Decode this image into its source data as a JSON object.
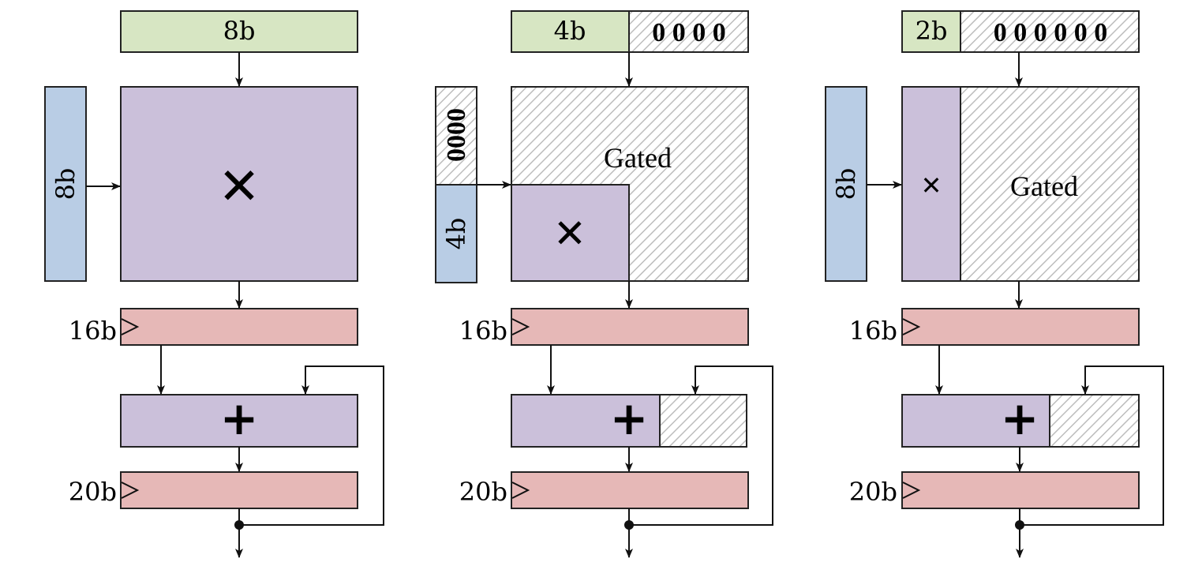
{
  "colors": {
    "input_green": "#d7e6c3",
    "input_blue": "#b9cde5",
    "compute_purple": "#cbc0da",
    "register_pink": "#e6b8b7",
    "hatch_gray": "#c8c8c8"
  },
  "panels": [
    {
      "top_input": "8b",
      "top_zeros": "",
      "left_input": "8b",
      "left_zeros": "",
      "multiply_symbol": "✕",
      "gated_label": "",
      "reg1_label": "16b",
      "add_symbol": "+",
      "reg2_label": "20b"
    },
    {
      "top_input": "4b",
      "top_zeros": "0 0 0 0",
      "left_input": "4b",
      "left_zeros": "0000",
      "multiply_symbol": "✕",
      "gated_label": "Gated",
      "reg1_label": "16b",
      "add_symbol": "+",
      "reg2_label": "20b"
    },
    {
      "top_input": "2b",
      "top_zeros": "0 0 0 0 0 0",
      "left_input": "8b",
      "left_zeros": "",
      "multiply_symbol": "✕",
      "gated_label": "Gated",
      "reg1_label": "16b",
      "add_symbol": "+",
      "reg2_label": "20b"
    }
  ]
}
